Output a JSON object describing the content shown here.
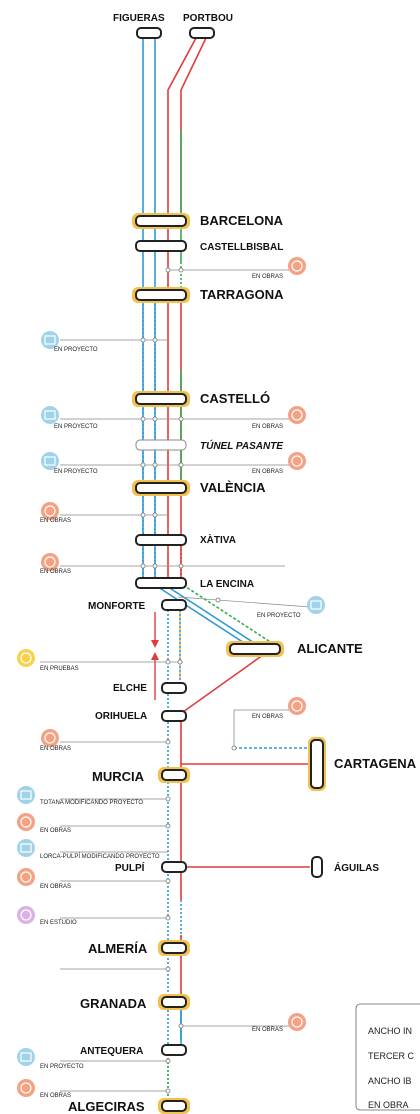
{
  "colors": {
    "iberian": "#e23b3b",
    "standard": "#2e9bd6",
    "third_rail": "#39ab4f",
    "station_halo": "#f2c14e",
    "obras": "#f4a283",
    "proyecto": "#9fd3ea",
    "pruebas": "#f7d24b",
    "estudio": "#d9b3e6"
  },
  "top": {
    "figueras": "FIGUERAS",
    "portbou": "PORTBOU"
  },
  "stations": {
    "barcelona": "BARCELONA",
    "castellbisbal": "CASTELLBISBAL",
    "tarragona": "TARRAGONA",
    "castello": "CASTELLÓ",
    "tunel": "TÚNEL PASANTE",
    "valencia": "VALÈNCIA",
    "xativa": "XÀTIVA",
    "laencina": "LA ENCINA",
    "monforte": "MONFORTE",
    "alicante": "ALICANTE",
    "elche": "ELCHE",
    "orihuela": "ORIHUELA",
    "cartagena": "CARTAGENA",
    "murcia": "MURCIA",
    "pulpi": "PULPÍ",
    "aguilas": "ÁGUILAS",
    "almeria": "ALMERÍA",
    "granada": "GRANADA",
    "antequera": "ANTEQUERA",
    "algeciras": "ALGECIRAS"
  },
  "labels": {
    "en_obras": "EN OBRAS",
    "en_proyecto": "EN PROYECTO",
    "en_pruebas": "EN PRUEBAS",
    "en_estudio": "EN ESTUDIO",
    "totana": "TOTANA MODIFICANDO PROYECTO",
    "lorca": "LORCA-PULPÍ MODIFICANDO PROYECTO"
  },
  "legend": {
    "items": [
      "ANCHO IN",
      "TERCER C",
      "ANCHO IB",
      "EN OBRA"
    ]
  }
}
